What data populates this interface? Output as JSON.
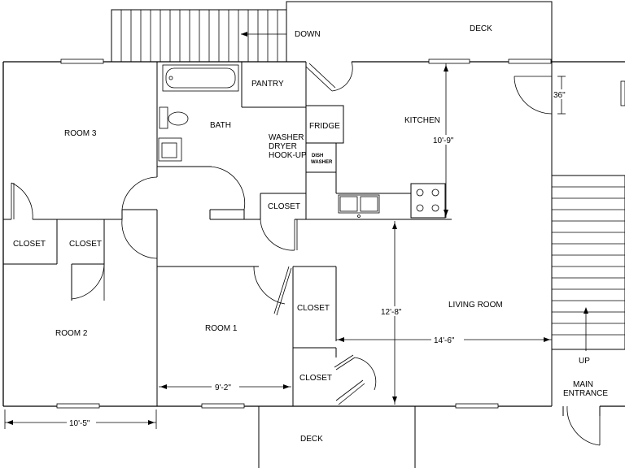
{
  "labels": {
    "down": "DOWN",
    "deck_top": "DECK",
    "pantry": "PANTRY",
    "kitchen": "KITCHEN",
    "room3": "ROOM 3",
    "bath": "BATH",
    "fridge": "FRIDGE",
    "washer1": "WASHER",
    "washer2": "DRYER",
    "washer3": "HOOK-UP",
    "dish1": "DISH",
    "dish2": "WASHER",
    "closet_hall": "CLOSET",
    "closet_a": "CLOSET",
    "closet_b": "CLOSET",
    "closet_room1_top": "CLOSET",
    "closet_room1_bottom": "CLOSET",
    "living_room": "LIVING ROOM",
    "room2": "ROOM 2",
    "room1": "ROOM 1",
    "up": "UP",
    "main1": "MAIN",
    "main2": "ENTRANCE",
    "deck_bottom": "DECK"
  },
  "dimensions": {
    "kitchen_height": "10'-9\"",
    "door_width": "36\"",
    "living_height": "12'-8\"",
    "living_width": "14'-6\"",
    "room1_width": "9'-2\"",
    "room2_width": "10'-5\""
  }
}
